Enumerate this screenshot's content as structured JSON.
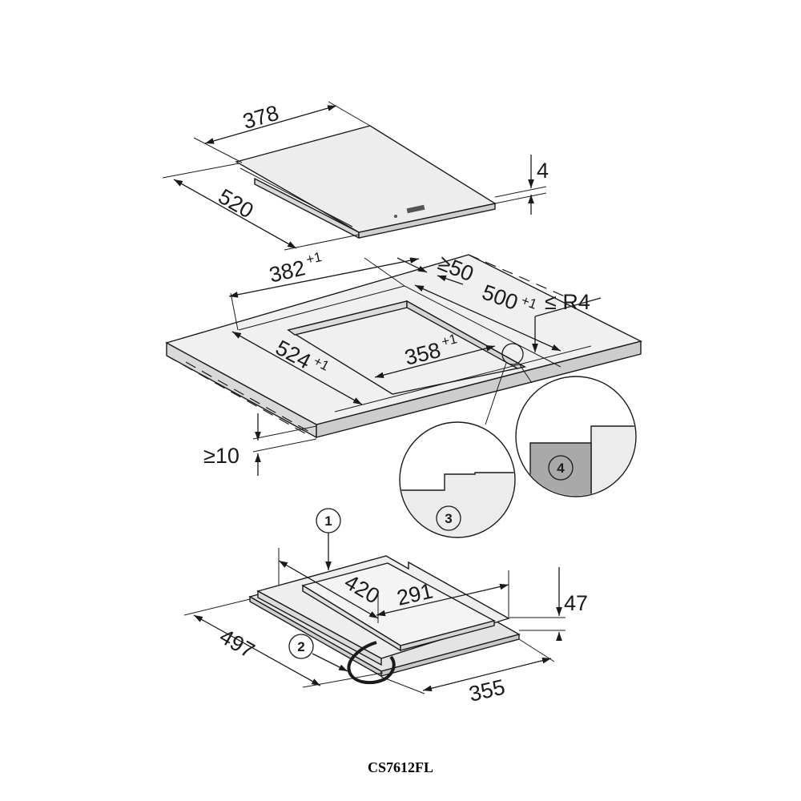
{
  "colors": {
    "line": "#1a1a1a",
    "panel": "#ececec",
    "panel_light": "#f4f4f4",
    "counter_top": "#f0f0f0",
    "highlight": "#a9a9a9"
  },
  "hob": {
    "width": "378",
    "depth": "520",
    "thickness": "4"
  },
  "cutout": {
    "width": "382",
    "width_tol": "+1",
    "rear_clearance": "≥50",
    "depth": "500",
    "depth_tol": "+1",
    "radius": "≤ R4",
    "depth_b": "524",
    "depth_b_tol": "+1",
    "width_b": "358",
    "width_b_tol": "+1",
    "min_thickness": "≥10"
  },
  "details": {
    "detail_3": "3",
    "detail_4": "4"
  },
  "unit": {
    "callout_1": "1",
    "callout_2": "2",
    "top_depth": "420",
    "top_width": "291",
    "height": "47",
    "depth": "497",
    "width": "355"
  },
  "model": "CS7612FL"
}
